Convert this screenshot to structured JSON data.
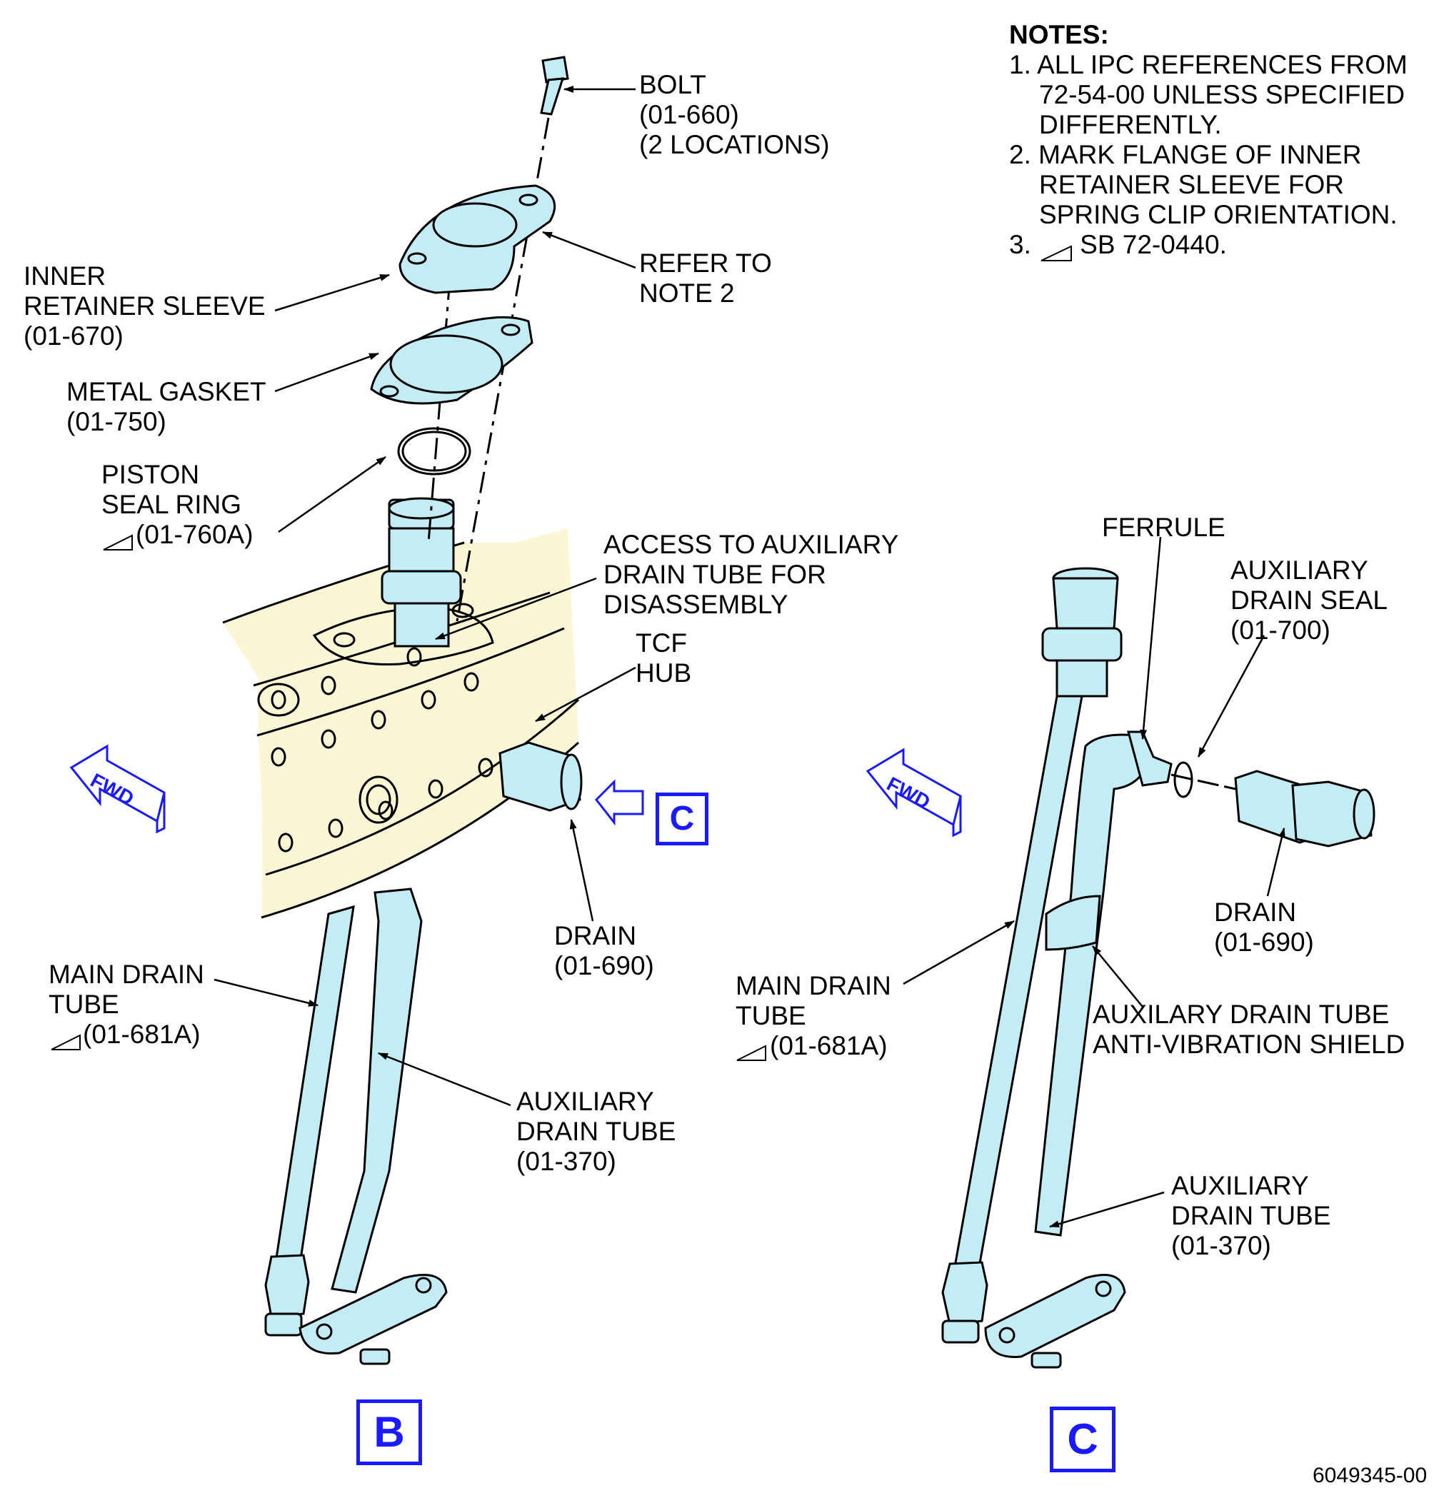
{
  "notes": {
    "title": "NOTES:",
    "lines": [
      "1. ALL IPC REFERENCES FROM",
      "72-54-00 UNLESS SPECIFIED",
      "DIFFERENTLY.",
      "2. MARK FLANGE OF INNER",
      "RETAINER SLEEVE FOR",
      "SPRING CLIP ORIENTATION.",
      "3.",
      "SB 72-0440."
    ]
  },
  "view_b": {
    "bolt": [
      "BOLT",
      "(01-660)",
      "(2 LOCATIONS)"
    ],
    "refer_note": [
      "REFER TO",
      "NOTE 2"
    ],
    "inner_retainer": [
      "INNER",
      "RETAINER SLEEVE",
      "(01-670)"
    ],
    "metal_gasket": [
      "METAL GASKET",
      "(01-750)"
    ],
    "piston_seal": [
      "PISTON",
      "SEAL RING",
      "(01-760A)"
    ],
    "access": [
      "ACCESS TO AUXILIARY",
      "DRAIN TUBE FOR",
      "DISASSEMBLY"
    ],
    "tcf_hub": [
      "TCF",
      "HUB"
    ],
    "drain": [
      "DRAIN",
      "(01-690)"
    ],
    "main_drain": [
      "MAIN DRAIN",
      "TUBE",
      "(01-681A)"
    ],
    "aux_drain": [
      "AUXILIARY",
      "DRAIN TUBE",
      "(01-370)"
    ],
    "fwd": "FWD",
    "view_ref": "C",
    "view_label": "B"
  },
  "view_c": {
    "ferrule": "FERRULE",
    "aux_seal": [
      "AUXILIARY",
      "DRAIN SEAL",
      "(01-700)"
    ],
    "drain": [
      "DRAIN",
      "(01-690)"
    ],
    "main_drain": [
      "MAIN DRAIN",
      "TUBE",
      "(01-681A)"
    ],
    "shield": [
      "AUXILARY DRAIN TUBE",
      "ANTI-VIBRATION SHIELD"
    ],
    "aux_drain": [
      "AUXILIARY",
      "DRAIN TUBE",
      "(01-370)"
    ],
    "fwd": "FWD",
    "view_label": "C"
  },
  "figure_id": "6049345-00",
  "colors": {
    "hub_fill": "#fbf7d4",
    "tube_fill": "#c3ecf5",
    "view_blue": "#1a1aff",
    "line": "#000000"
  }
}
